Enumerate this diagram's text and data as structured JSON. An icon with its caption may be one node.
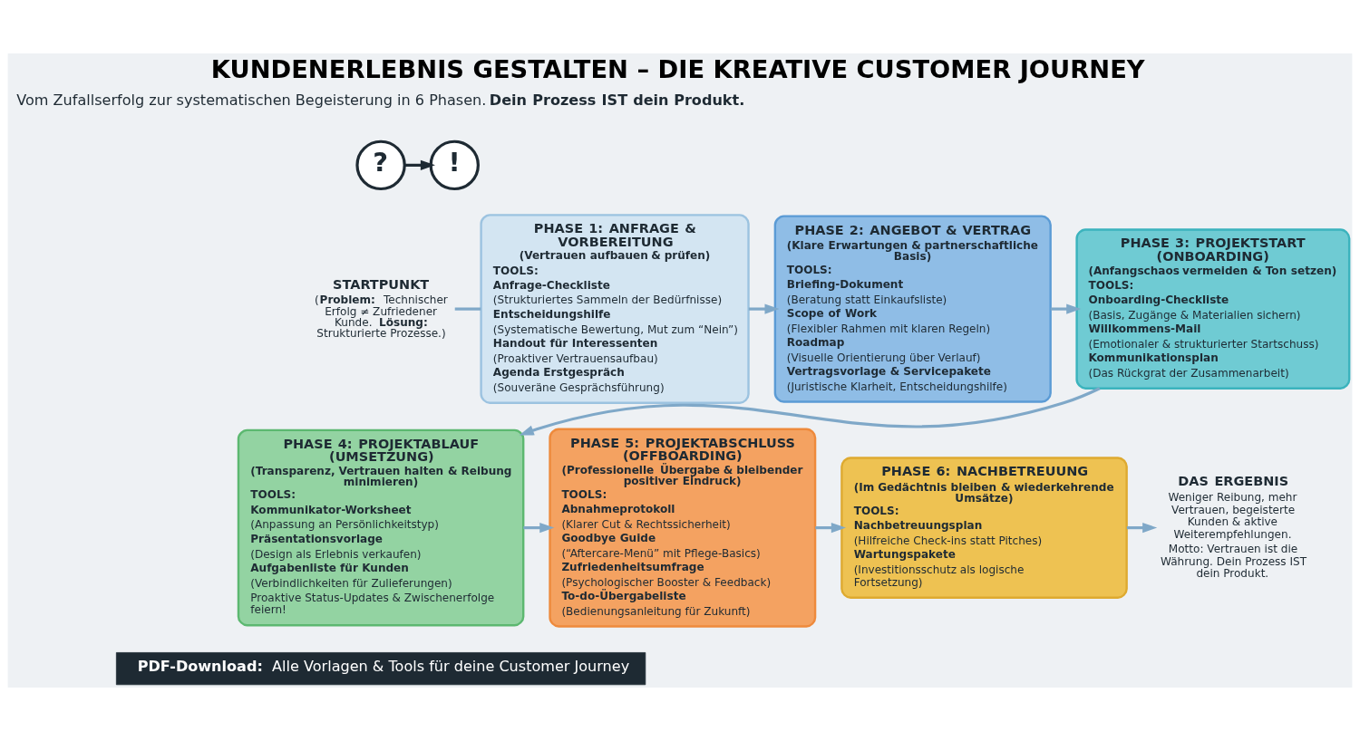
{
  "diagram": {
    "title": "KUNDENERLEBNIS GESTALTEN – DIE KREATIVE CUSTOMER JOURNEY",
    "caption": "**PDF-Download:** Alle Vorlagen & Tools für deine Customer Journey",
    "nodes": [
      {
        "text": [
          "?"
        ]
      },
      {
        "text": [
          "!"
        ]
      },
      {
        "text": [
          "STARTPUNKT",
          "(**Problem:** Technischer Erfolg ≠ Zufriedener Kunde. **Lösung:** Strukturierte Prozesse.)"
        ]
      },
      {
        "text": [
          "PHASE 1: ANFRAGE & VORBEREITUNG",
          "(Vertrauen aufbauen & prüfen)",
          "TOOLS:",
          "Anfrage-Checkliste",
          "(Strukturiertes Sammeln der Bedürfnisse)",
          "Entscheidungshilfe",
          "(Systematische Bewertung, Mut zum “Nein”)",
          "Handout für Interessenten",
          "(Proaktiver Vertrauensaufbau)",
          "Agenda Erstgespräch",
          "(Souveräne Gesprächsführung)"
        ]
      },
      {
        "text": [
          "PHASE 2: ANGEBOT & VERTRAG",
          "(Klare Erwartungen & partnerschaftliche Basis)",
          "TOOLS:",
          "Briefing-Dokument",
          "(Beratung statt Einkaufsliste)",
          "Scope of Work",
          "(Flexibler Rahmen mit klaren Regeln)",
          "Roadmap",
          "(Visuelle Orientierung über Verlauf)",
          "Vertragsvorlage & Servicepakete",
          "(Juristische Klarheit, Entscheidungshilfe)"
        ]
      },
      {
        "text": [
          "PHASE 3: PROJEKTSTART (ONBOARDING)",
          "(Anfangschaos vermeiden & Ton setzen)",
          "TOOLS:",
          "Onboarding-Checkliste",
          "(Basis, Zugänge & Materialien sichern)",
          "Willkommens-Mail",
          "(Emotionaler & strukturierter Startschuss)",
          "Kommunikationsplan",
          "(Das Rückgrat der Zusammenarbeit)"
        ]
      },
      {
        "text": [
          "PHASE 4: PROJEKTABLAUF (UMSETZUNG)",
          "(Transparenz, Vertrauen halten & Reibung minimieren)",
          "TOOLS:",
          "Kommunikator-Worksheet",
          "(Anpassung an Persönlichkeitstyp)",
          "Präsentationsvorlage",
          "(Design als Erlebnis verkaufen)",
          "Aufgabenliste für Kunden",
          "(Verbindlichkeiten für Zulieferungen)",
          "Proaktive Status-Updates & Zwischenerfolge feiern!"
        ]
      },
      {
        "text": [
          "PHASE 5: PROJEKTABSCHLUSS (OFFBOARDING)",
          "(Professionelle Übergabe & bleibender positiver Eindruck)",
          "TOOLS:",
          "Abnahmeprotokoll",
          "(Klarer Cut & Rechtssicherheit)",
          "Goodbye Guide",
          "(“Aftercare-Menü” mit Pflege-Basics)",
          "Zufriedenheitsumfrage",
          "(Psychologischer Booster & Feedback)",
          "To-do-Übergabeliste",
          "(Bedienungsanleitung für Zukunft)"
        ]
      },
      {
        "text": [
          "PHASE 6: NACHBETREUUNG",
          "(Im Gedächtnis bleiben & wiederkehrende Umsätze)",
          "TOOLS:",
          "Nachbetreuungsplan",
          "(Hilfreiche Check-ins statt Pitches)",
          "Wartungspakete",
          "(Investitionsschutz als logische Fortsetzung)"
        ]
      },
      {
        "text": [
          "DAS ERGEBNIS",
          "Weniger Reibung, mehr Vertrauen, begeisterte Kunden & aktive Weiterempfehlungen.",
          "Motto: Vertrauen ist die Währung. Dein Prozess IST dein Produkt."
        ]
      }
    ],
    "edges": [
      {
        "from": 0,
        "to": 1,
        "arrow": "to",
        "color": "#1e2a33"
      },
      {
        "from": 2,
        "to": 3,
        "arrow": "none"
      },
      {
        "from": 3,
        "to": 4,
        "arrow": "to"
      },
      {
        "from": 4,
        "to": 5,
        "arrow": "to"
      },
      {
        "from": 5,
        "to": 6,
        "arrow": "to"
      },
      {
        "from": 6,
        "to": 7,
        "arrow": "to"
      },
      {
        "from": 7,
        "to": 8,
        "arrow": "to"
      },
      {
        "from": 8,
        "to": 9,
        "arrow": "to"
      }
    ],
    "labels": [
      "Vom Zufallserfolg zur systematischen Begeisterung in 6 Phasen. **Dein Prozess IST dein Produkt.**"
    ]
  }
}
